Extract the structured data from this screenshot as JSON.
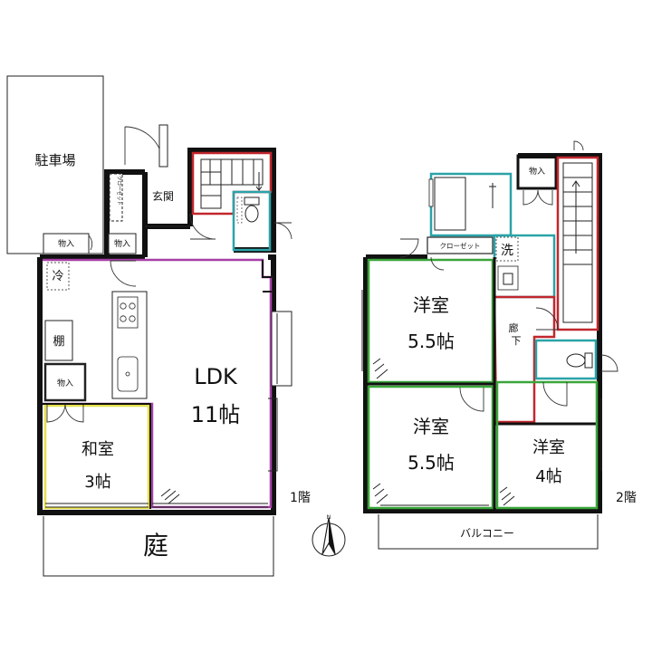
{
  "floor1": {
    "parking": "駐車場",
    "entrance": "玄関",
    "closet_vertical": "クローゼット",
    "storage_top_left": "物入",
    "storage_top_mid": "物入",
    "fridge": "冷",
    "shelf": "棚",
    "storage_left": "物入",
    "ldk": "LDK",
    "ldk_size": "11帖",
    "washitsu": "和室",
    "washitsu_size": "3帖",
    "floor_label": "1階",
    "garden": "庭"
  },
  "floor2": {
    "storage_top": "物入",
    "closet": "クローゼット",
    "wash": "洗",
    "hallway": "廊下",
    "room1": "洋室",
    "room1_size": "5.5帖",
    "room2": "洋室",
    "room2_size": "5.5帖",
    "room3": "洋室",
    "room3_size": "4帖",
    "balcony": "バルコニー",
    "floor_label": "2階"
  },
  "compass": {
    "north": "N"
  },
  "colors": {
    "wall": "#111111",
    "entry_zone": "#c1272d",
    "wet_zone": "#2aa3a8",
    "ldk_zone": "#a63fa6",
    "washitsu_zone": "#e6e04a",
    "room_zone": "#3aa53a",
    "hall_zone": "#c1272d"
  }
}
